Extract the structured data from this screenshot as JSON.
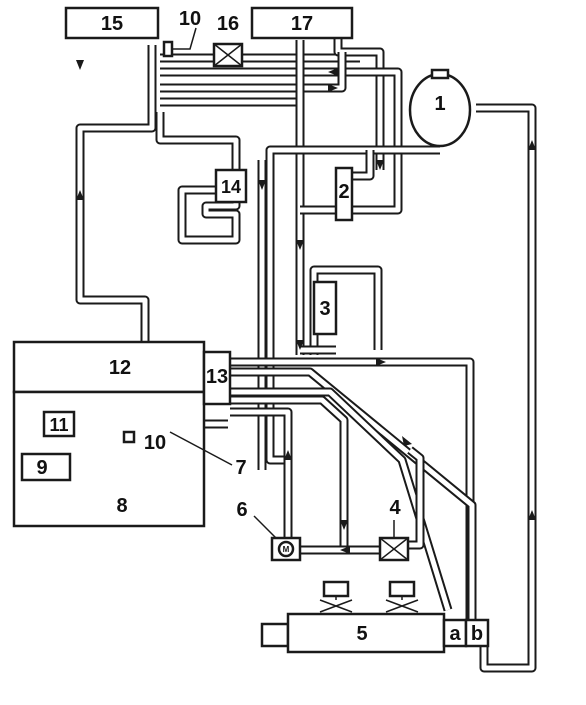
{
  "labels": {
    "c1": "1",
    "c2": "2",
    "c3": "3",
    "c4": "4",
    "c5": "5",
    "c6": "6",
    "c7": "7",
    "c8": "8",
    "c9": "9",
    "c10_top": "10",
    "c10_bottom": "10",
    "c11": "11",
    "c12": "12",
    "c13": "13",
    "c14": "14",
    "c15": "15",
    "c16": "16",
    "c17": "17",
    "port_a": "a",
    "port_b": "b",
    "motor": "M"
  }
}
